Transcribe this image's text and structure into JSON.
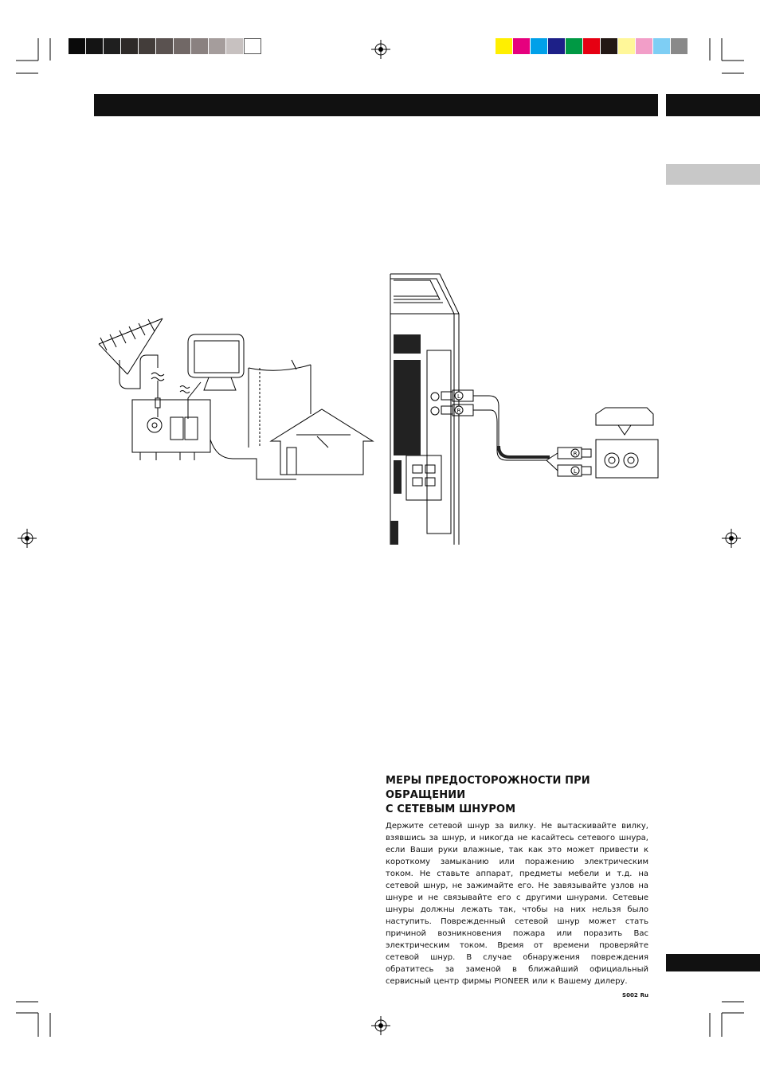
{
  "color_bars": {
    "grayscale": [
      "#0a0a0a",
      "#141414",
      "#1f1f1f",
      "#2e2a28",
      "#433d3a",
      "#5a5250",
      "#716866",
      "#8a8180",
      "#a59d9c",
      "#c7c1c0",
      "#ffffff"
    ],
    "colors": [
      "#ffef00",
      "#e6007e",
      "#00a0e9",
      "#1d2088",
      "#009944",
      "#e60012",
      "#231815",
      "#fff799",
      "#f29ec8",
      "#7ecef4",
      "#898989"
    ]
  },
  "diagrams": {
    "antenna": {
      "icon": "antenna-connection-diagram"
    },
    "audio": {
      "icon": "audio-connection-diagram",
      "plug_labels": [
        "L",
        "R",
        "R",
        "L"
      ]
    }
  },
  "warning": {
    "title_line1": "МЕРЫ ПРЕДОСТОРОЖНОСТИ ПРИ ОБРАЩЕНИИ",
    "title_line2": "С СЕТЕВЫМ ШНУРОМ",
    "body": "Держите сетевой шнур за вилку. Не вытаскивайте вилку, взявшись за шнур, и никогда не касайтесь сетевого шнура, если Ваши руки влажные, так как это может привести к короткому замыканию или поражению электрическим током. Не ставьте аппарат, предметы мебели и т.д. на сетевой шнур, не зажимайте его. Не завязывайте узлов на шнуре и не связывайте его с другими шнурами. Сетевые шнуры должны лежать так, чтобы на них нельзя было наступить. Поврежденный сетевой шнур может стать причиной возникновения пожара или поразить Вас электрическим током. Время от времени проверяйте сетевой шнур. В случае обнаружения повреждения обратитесь за заменой в ближайший официальный сервисный центр фирмы PIONEER или к Вашему дилеру.",
    "code": "S002 Ru"
  }
}
